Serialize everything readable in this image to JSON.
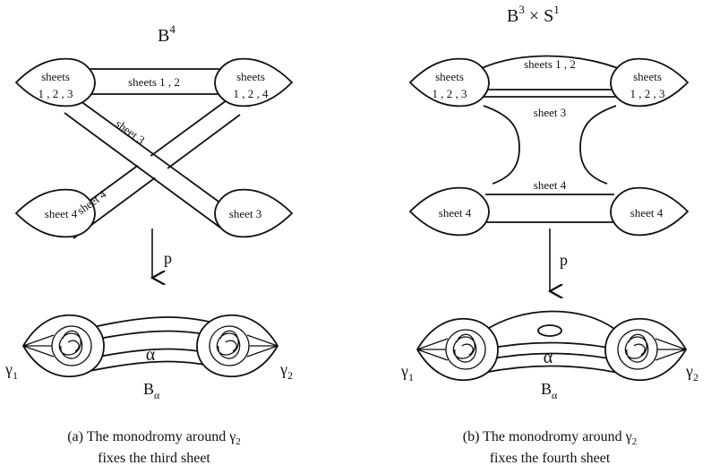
{
  "panel_a": {
    "space": {
      "base": "B",
      "exp": "4"
    },
    "nodes": {
      "top_left": [
        "sheets",
        "1 , 2 , 3"
      ],
      "top_right": [
        "sheets",
        "1 , 2 , 4"
      ],
      "bottom_left": [
        "sheet 4"
      ],
      "bottom_right": [
        "sheet 3"
      ]
    },
    "bands": {
      "top": "sheets 1 , 2",
      "diag_main": "sheet 3",
      "diag_cross": "sheet 4"
    },
    "map_label": "p",
    "base": {
      "alpha": "α",
      "gamma_left": {
        "base": "γ",
        "sub": "1"
      },
      "gamma_right": {
        "base": "γ",
        "sub": "2"
      },
      "b_alpha": {
        "base": "B",
        "sub": "α"
      }
    },
    "caption": [
      "(a)  The monodromy around γ",
      "fixes the third sheet"
    ],
    "caption_sub": "2"
  },
  "panel_b": {
    "space": {
      "b3": "B",
      "b3_exp": "3",
      "times": " × ",
      "s1": "S",
      "s1_exp": "1"
    },
    "nodes": {
      "top_left": [
        "sheets",
        "1 , 2 , 3"
      ],
      "top_right": [
        "sheets",
        "1 , 2 , 3"
      ],
      "bottom_left": [
        "sheet 4"
      ],
      "bottom_right": [
        "sheet 4"
      ]
    },
    "bands": {
      "top": "sheets 1 , 2",
      "middle": "sheet 3",
      "bottom": "sheet 4"
    },
    "map_label": "p",
    "base": {
      "alpha": "α",
      "gamma_left": {
        "base": "γ",
        "sub": "1"
      },
      "gamma_right": {
        "base": "γ",
        "sub": "2"
      },
      "b_alpha": {
        "base": "B",
        "sub": "α"
      }
    },
    "caption": [
      "(b)  The monodromy around γ",
      "fixes the fourth sheet"
    ],
    "caption_sub": "2"
  }
}
